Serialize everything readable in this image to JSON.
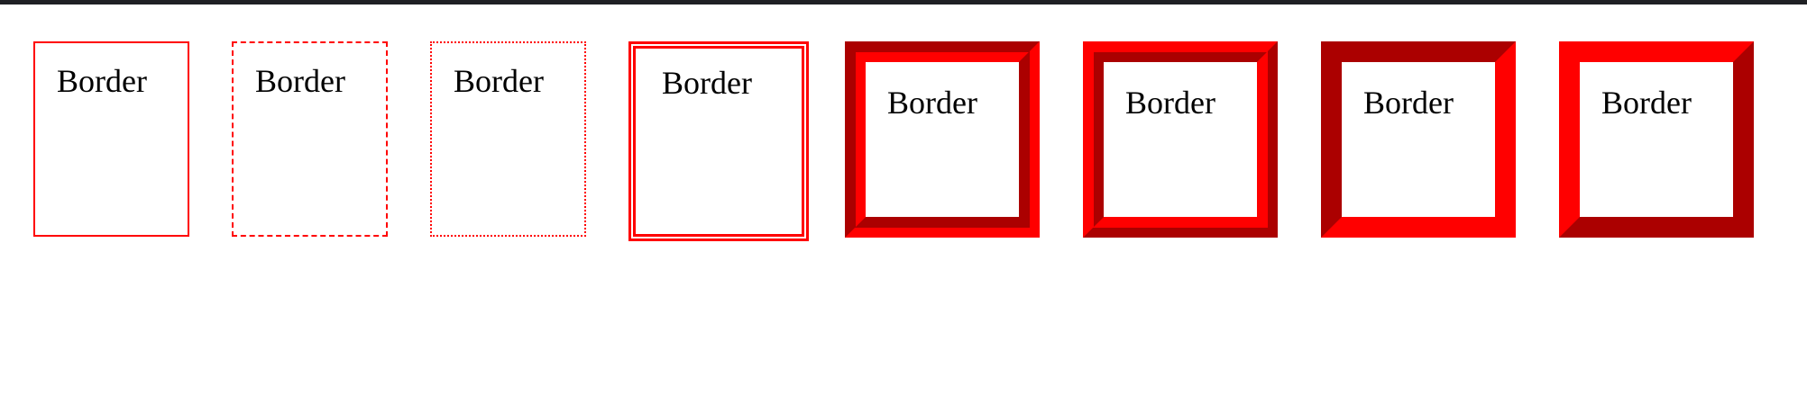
{
  "boxes": [
    {
      "style": "solid",
      "label": "Border"
    },
    {
      "style": "dashed",
      "label": "Border"
    },
    {
      "style": "dotted",
      "label": "Border"
    },
    {
      "style": "double",
      "label": "Border"
    },
    {
      "style": "groove",
      "label": "Border"
    },
    {
      "style": "ridge",
      "label": "Border"
    },
    {
      "style": "inset",
      "label": "Border"
    },
    {
      "style": "outset",
      "label": "Border"
    }
  ],
  "colors": {
    "border": "#ff0000",
    "topbar": "#1f2024"
  }
}
